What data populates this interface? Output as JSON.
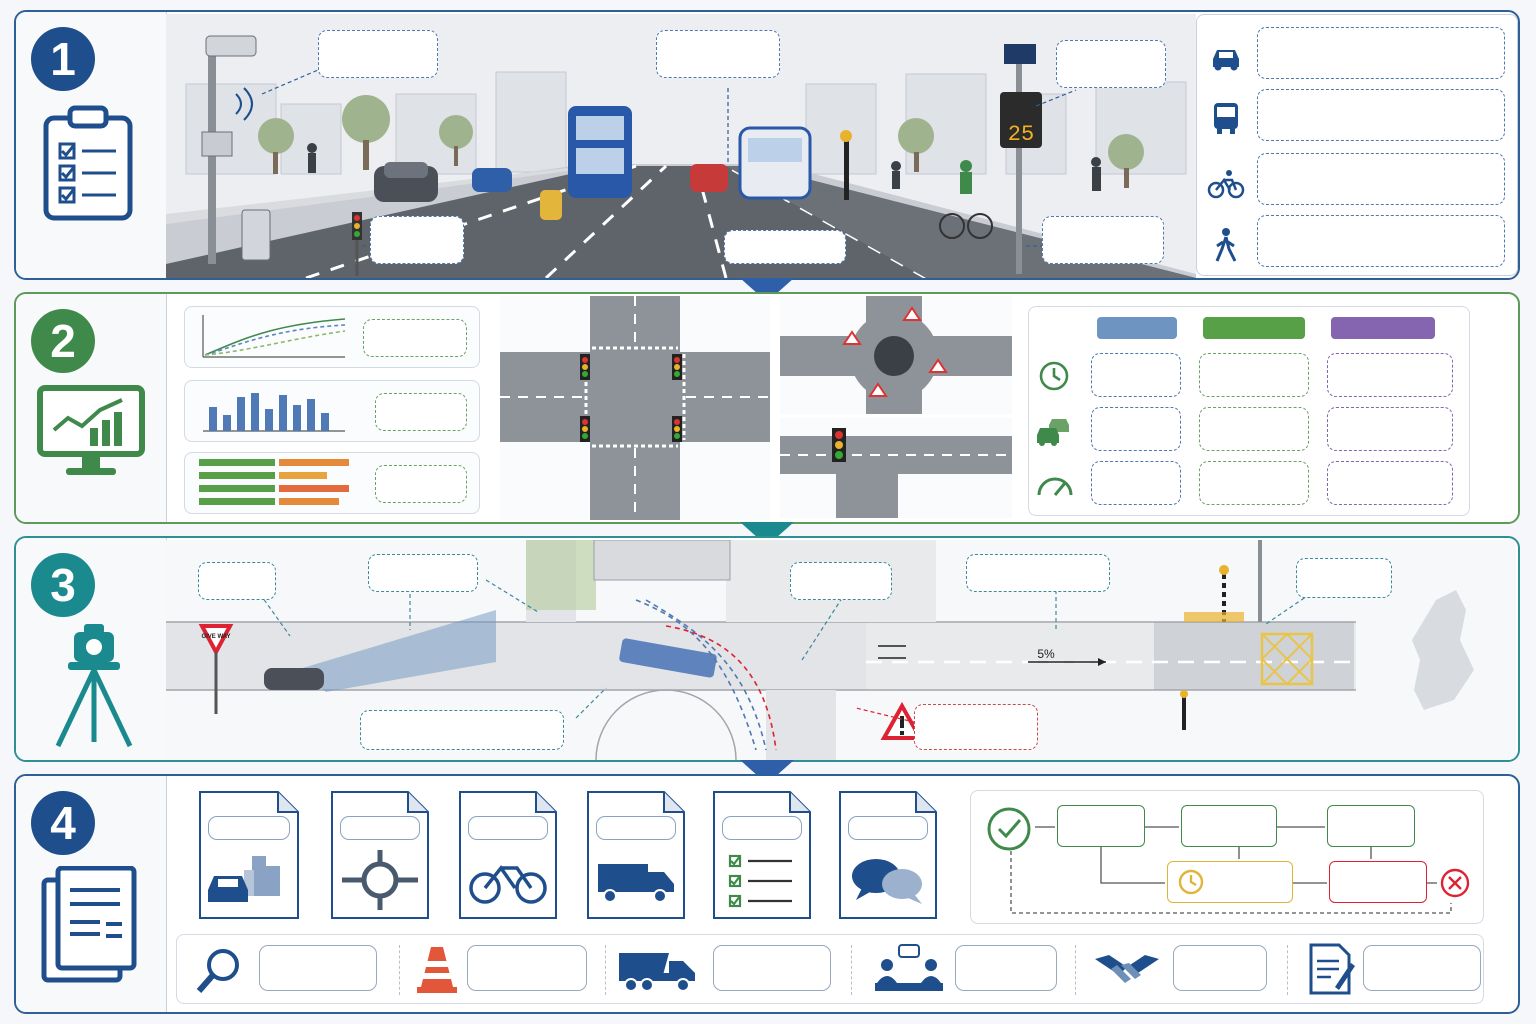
{
  "steps": [
    {
      "number": "1",
      "icon": "clipboard-checklist-icon"
    },
    {
      "number": "2",
      "icon": "monitor-chart-icon"
    },
    {
      "number": "3",
      "icon": "survey-tripod-icon"
    },
    {
      "number": "4",
      "icon": "documents-icon"
    }
  ],
  "scene": {
    "speed_sign": "25",
    "road_grade": "5%",
    "give_way_sign": "GIVE WAY"
  },
  "legend_modes": [
    "car-icon",
    "bus-icon",
    "bicycle-icon",
    "pedestrian-icon"
  ],
  "matrix_rows": [
    "clock-icon",
    "cars-icon",
    "speedometer-icon"
  ],
  "colors": {
    "step1": "#1f4e8c",
    "step2": "#3f8a4a",
    "step3": "#1b8a8f",
    "step4": "#1f4e8c",
    "matrix_blue": "#6e95c2",
    "matrix_green": "#58a047",
    "matrix_purple": "#8564b0"
  }
}
